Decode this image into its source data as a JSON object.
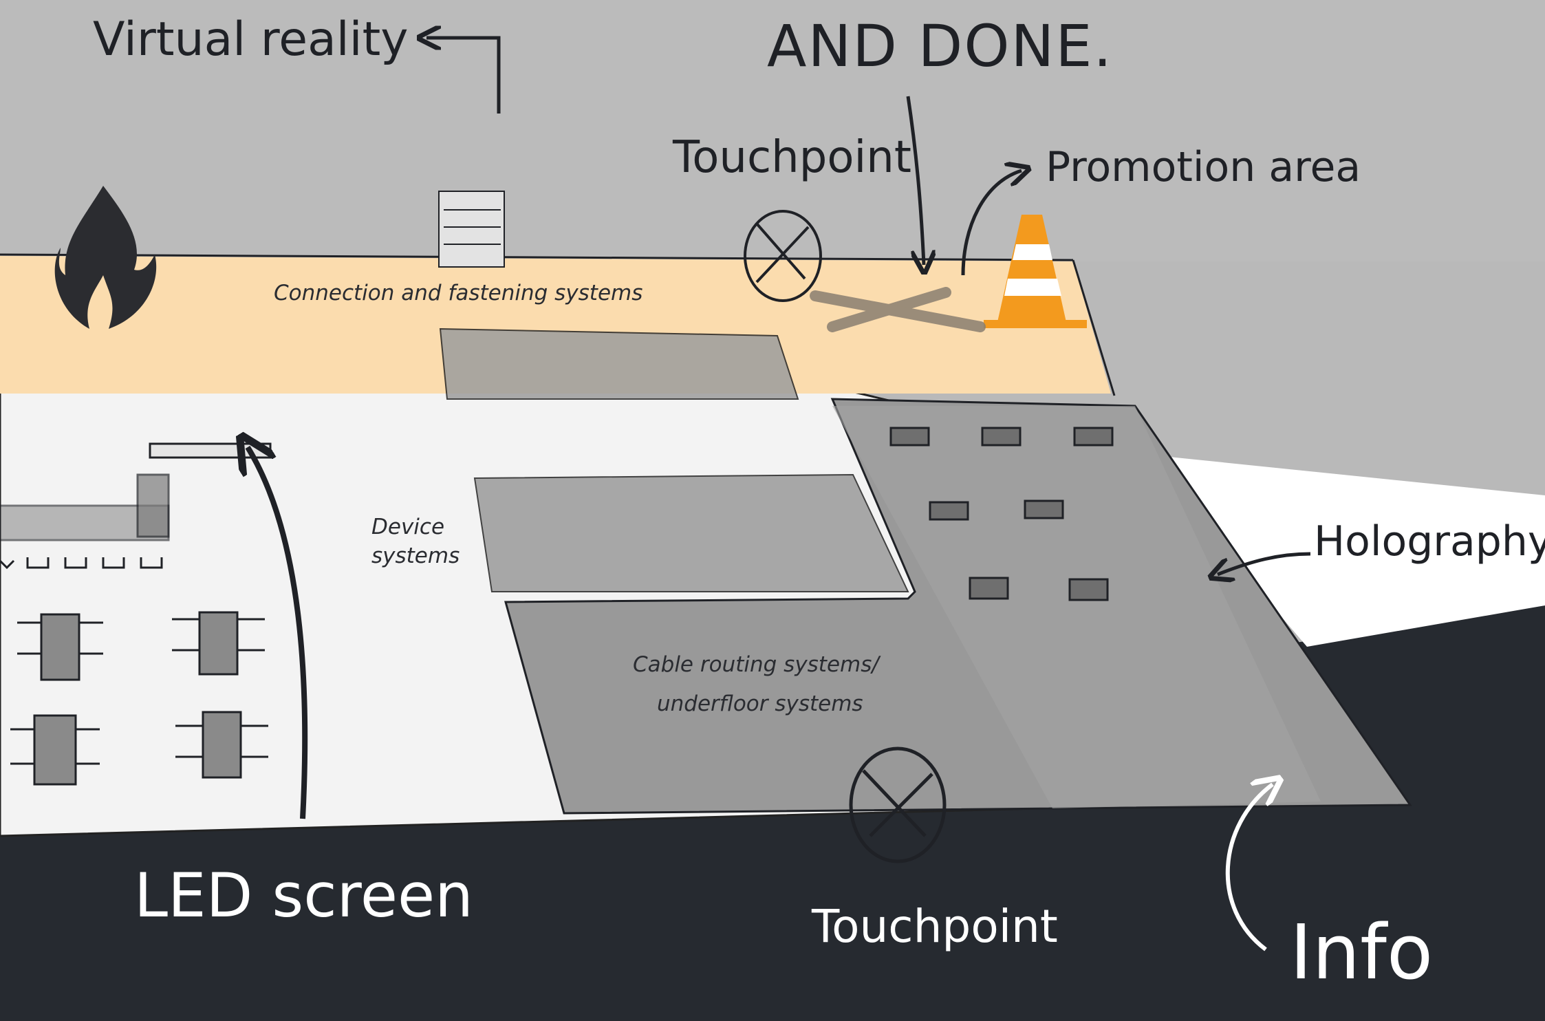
{
  "labels": {
    "virtual_reality": "Virtual reality",
    "and_done": "AND DONE.",
    "touchpoint_top": "Touchpoint",
    "promotion_area": "Promotion area",
    "connection_fastening": "Connection and fastening systems",
    "device_systems_line1": "Device",
    "device_systems_line2": "systems",
    "holography": "Holography",
    "cable_routing_line1": "Cable routing systems/",
    "cable_routing_line2": "underfloor systems",
    "led_screen": "LED screen",
    "touchpoint_bottom": "Touchpoint",
    "info": "Info"
  },
  "colors": {
    "wall": "#b7b7b7",
    "floor_dark": "#262a30",
    "accent_peach": "#fbdcae",
    "cone_orange": "#f39a1e",
    "zone_grey": "#9c9c9c",
    "ink": "#1f2126"
  }
}
